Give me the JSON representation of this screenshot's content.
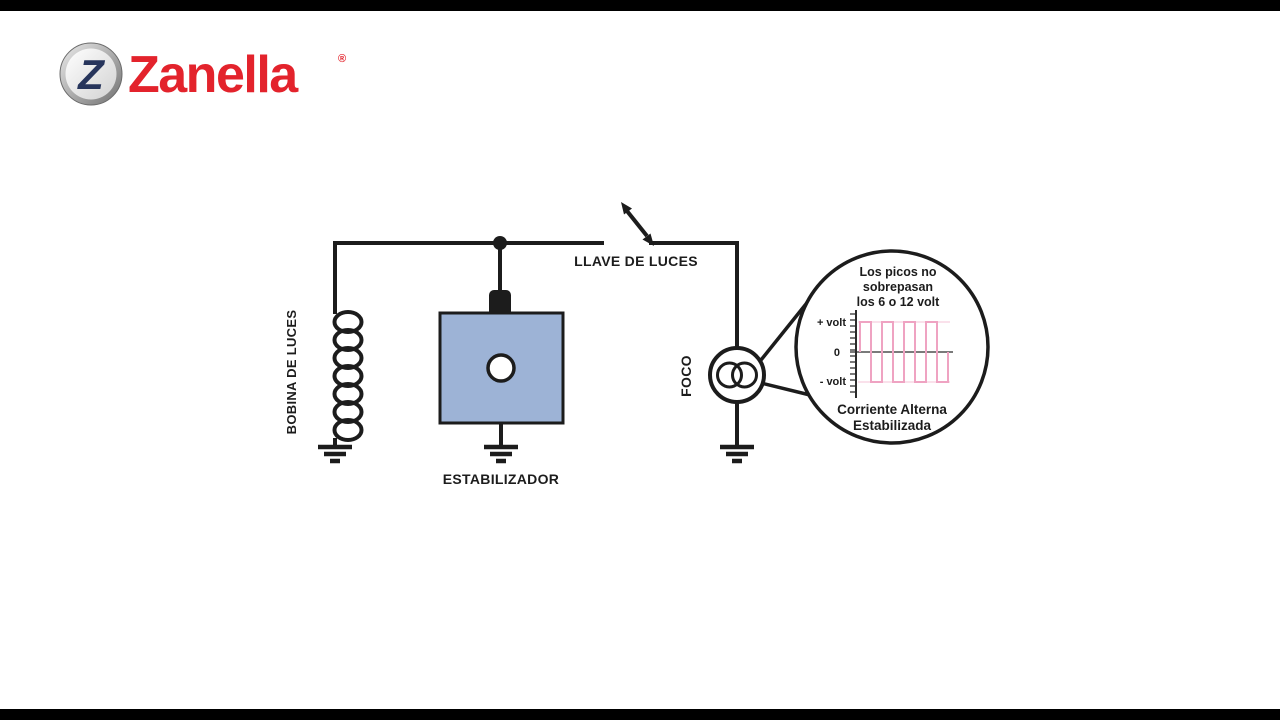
{
  "colors": {
    "wire": "#1c1c1c",
    "stabilizer_fill": "#9db3d6",
    "wave": "#efa3c2",
    "wordmark_red": "#e3232c",
    "badge_navy": "#27355c"
  },
  "brand": {
    "badge_letter": "Z",
    "wordmark": "Zanella",
    "registered": "®"
  },
  "circuit": {
    "labels": {
      "coil": "BOBINA DE LUCES",
      "switch": "LLAVE DE LUCES",
      "stabilizer": "ESTABILIZADOR",
      "bulb": "FOCO"
    },
    "inset": {
      "note": [
        "Los picos no",
        "sobrepasan",
        "los 6 o 12 volt"
      ],
      "axis_labels": {
        "positive": "+ volt",
        "zero": "0",
        "negative": "- volt"
      },
      "waveform_type": "square",
      "caption": [
        "Corriente Alterna",
        "Estabilizada"
      ]
    }
  }
}
